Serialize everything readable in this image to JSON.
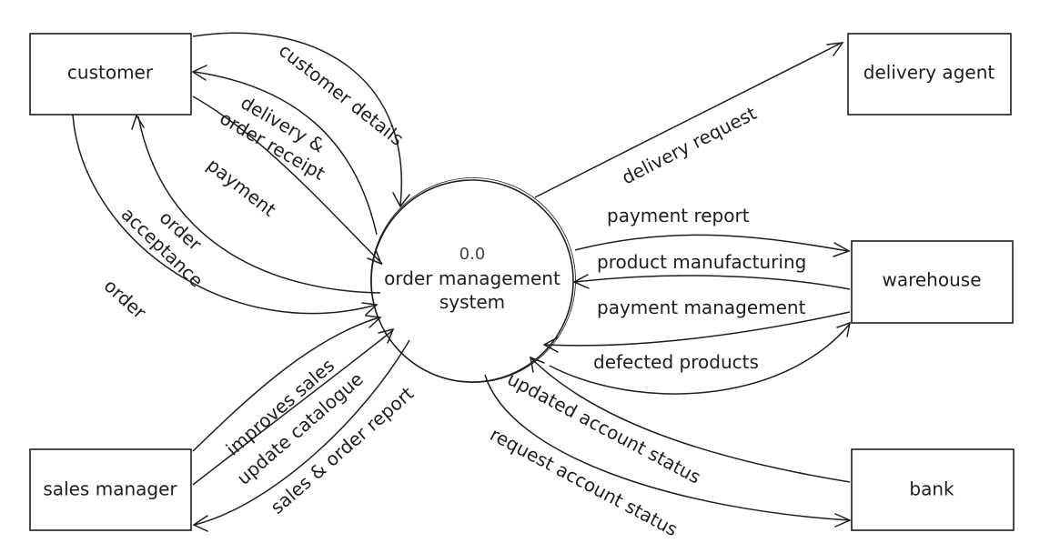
{
  "process": {
    "id": "0.0",
    "name_line1": "order management",
    "name_line2": "system"
  },
  "entities": {
    "customer": "customer",
    "delivery_agent": "delivery agent",
    "warehouse": "warehouse",
    "sales_manager": "sales manager",
    "bank": "bank"
  },
  "flows": {
    "customer_details": "customer details",
    "delivery_receipt_line1": "delivery &",
    "delivery_receipt_line2": "order receipt",
    "payment": "payment",
    "order_acceptance_line1": "order",
    "order_acceptance_line2": "acceptance",
    "order": "order",
    "delivery_request": "delivery request",
    "payment_report": "payment report",
    "product_manufacturing": "product manufacturing",
    "payment_management": "payment management",
    "defected_products": "defected products",
    "updated_account_status": "updated account status",
    "request_account_status": "request account status",
    "improves_sales": "improves sales",
    "update_catalogue": "update catalogue",
    "sales_order_report": "sales & order report"
  }
}
